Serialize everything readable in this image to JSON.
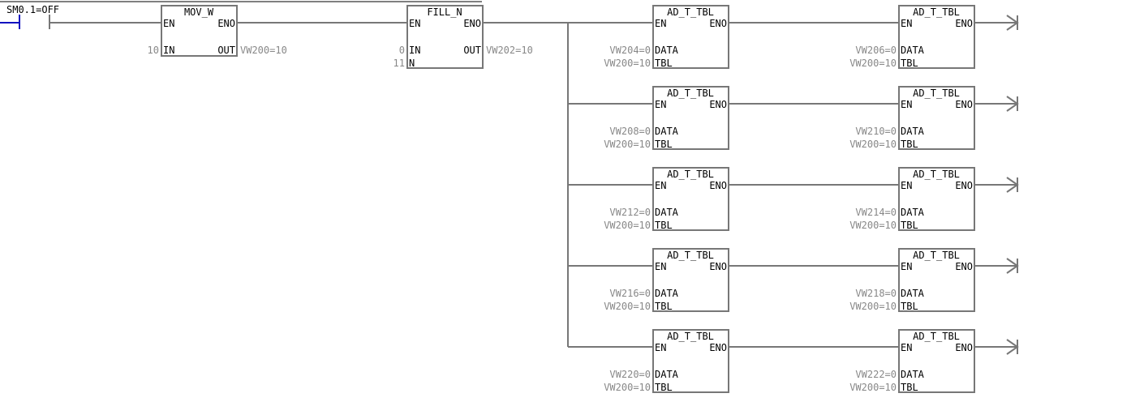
{
  "network": {
    "contact": {
      "label": "SM0.1=OFF"
    },
    "mov": {
      "title": "MOV_W",
      "en": "EN",
      "eno": "ENO",
      "in_pin": "IN",
      "in_val": "10",
      "out_pin": "OUT",
      "out_val": "VW200=10"
    },
    "fill": {
      "title": "FILL_N",
      "en": "EN",
      "eno": "ENO",
      "in_pin": "IN",
      "in_val": "0",
      "n_pin": "N",
      "n_val": "11",
      "out_pin": "OUT",
      "out_val": "VW202=10"
    },
    "tables": [
      {
        "title": "AD_T_TBL",
        "en": "EN",
        "eno": "ENO",
        "data_pin": "DATA",
        "tbl_pin": "TBL",
        "data_val": "VW204=0",
        "tbl_val": "VW200=10"
      },
      {
        "title": "AD_T_TBL",
        "en": "EN",
        "eno": "ENO",
        "data_pin": "DATA",
        "tbl_pin": "TBL",
        "data_val": "VW206=0",
        "tbl_val": "VW200=10"
      },
      {
        "title": "AD_T_TBL",
        "en": "EN",
        "eno": "ENO",
        "data_pin": "DATA",
        "tbl_pin": "TBL",
        "data_val": "VW208=0",
        "tbl_val": "VW200=10"
      },
      {
        "title": "AD_T_TBL",
        "en": "EN",
        "eno": "ENO",
        "data_pin": "DATA",
        "tbl_pin": "TBL",
        "data_val": "VW210=0",
        "tbl_val": "VW200=10"
      },
      {
        "title": "AD_T_TBL",
        "en": "EN",
        "eno": "ENO",
        "data_pin": "DATA",
        "tbl_pin": "TBL",
        "data_val": "VW212=0",
        "tbl_val": "VW200=10"
      },
      {
        "title": "AD_T_TBL",
        "en": "EN",
        "eno": "ENO",
        "data_pin": "DATA",
        "tbl_pin": "TBL",
        "data_val": "VW214=0",
        "tbl_val": "VW200=10"
      },
      {
        "title": "AD_T_TBL",
        "en": "EN",
        "eno": "ENO",
        "data_pin": "DATA",
        "tbl_pin": "TBL",
        "data_val": "VW216=0",
        "tbl_val": "VW200=10"
      },
      {
        "title": "AD_T_TBL",
        "en": "EN",
        "eno": "ENO",
        "data_pin": "DATA",
        "tbl_pin": "TBL",
        "data_val": "VW218=0",
        "tbl_val": "VW200=10"
      },
      {
        "title": "AD_T_TBL",
        "en": "EN",
        "eno": "ENO",
        "data_pin": "DATA",
        "tbl_pin": "TBL",
        "data_val": "VW220=0",
        "tbl_val": "VW200=10"
      },
      {
        "title": "AD_T_TBL",
        "en": "EN",
        "eno": "ENO",
        "data_pin": "DATA",
        "tbl_pin": "TBL",
        "data_val": "VW222=0",
        "tbl_val": "VW200=10"
      }
    ]
  },
  "colors": {
    "wire": "#777777",
    "energized_contact": "#1010c0",
    "value_text": "#888888",
    "pin_text": "#000000"
  }
}
